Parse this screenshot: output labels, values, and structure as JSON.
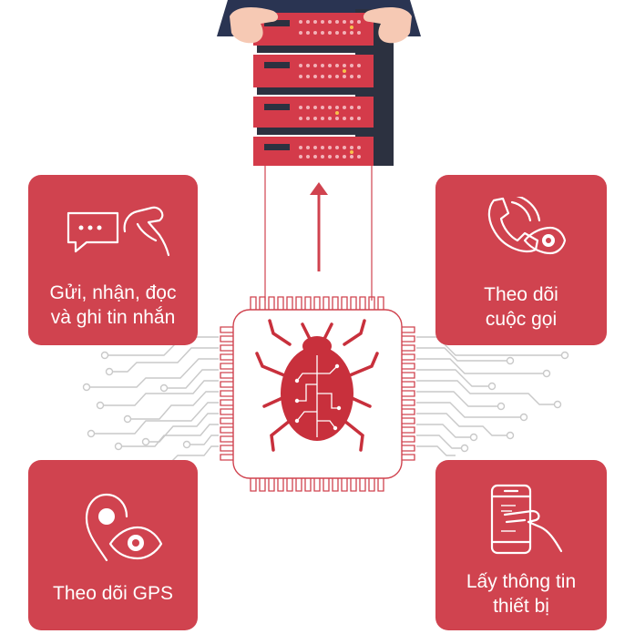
{
  "colors": {
    "accent": "#d0434f",
    "server": "#d43b4a",
    "server_dark": "#2c3140",
    "circuit": "#c9c9c9",
    "chip_outline": "#d0434f",
    "bug": "#c8303c",
    "background": "#ffffff"
  },
  "center": {
    "chip_icon": "microchip-icon",
    "bug_icon": "bug-icon",
    "server_icon": "server-rack-icon",
    "arrow_icon": "arrow-up-icon"
  },
  "cards": {
    "messages": {
      "label": "Gửi, nhận, đọc\nvà ghi tin nhắn",
      "icon": "chat-hand-icon"
    },
    "calls": {
      "label": "Theo dõi\ncuộc gọi",
      "icon": "phone-eye-icon"
    },
    "gps": {
      "label": "Theo dõi GPS",
      "icon": "location-eye-icon"
    },
    "device": {
      "label": "Lấy thông tin\nthiết bị",
      "icon": "phone-hand-icon"
    }
  }
}
